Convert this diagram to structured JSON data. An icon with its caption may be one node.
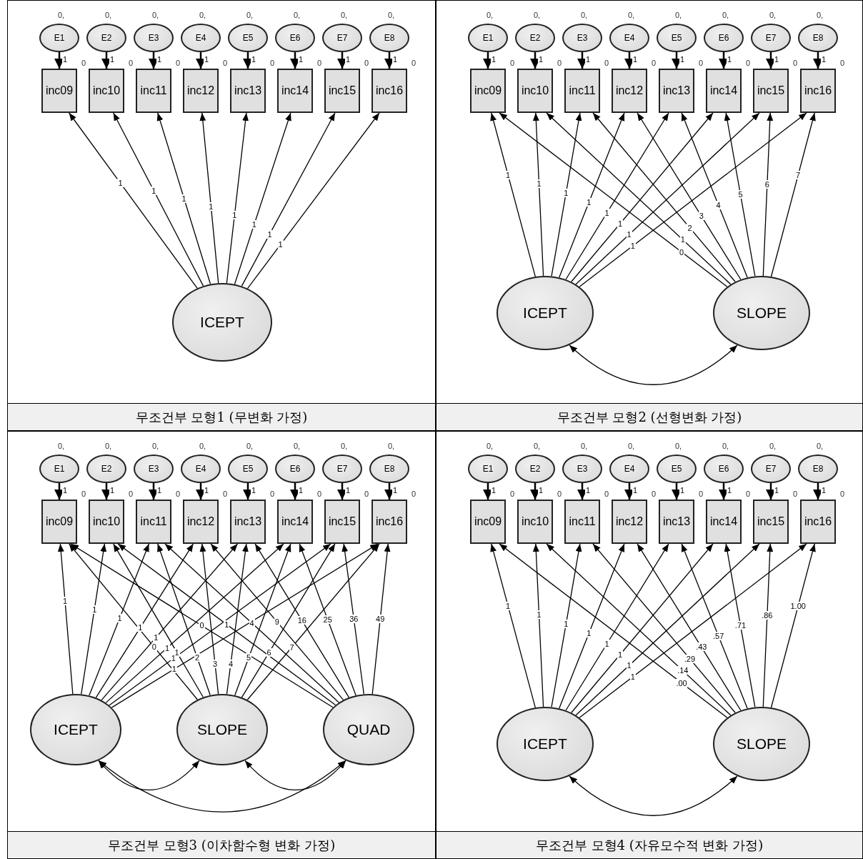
{
  "diagram": {
    "nodes": [
      {
        "text": [
          "무조건부 모형1 (무변화 가정)"
        ]
      },
      {
        "text": [
          "E1"
        ],
        "beside": [
          "0,"
        ],
        "in": 0
      },
      {
        "text": [
          "E2"
        ],
        "beside": [
          "0,"
        ],
        "in": 0
      },
      {
        "text": [
          "E3"
        ],
        "beside": [
          "0,"
        ],
        "in": 0
      },
      {
        "text": [
          "E4"
        ],
        "beside": [
          "0,"
        ],
        "in": 0
      },
      {
        "text": [
          "E5"
        ],
        "beside": [
          "0,"
        ],
        "in": 0
      },
      {
        "text": [
          "E6"
        ],
        "beside": [
          "0,"
        ],
        "in": 0
      },
      {
        "text": [
          "E7"
        ],
        "beside": [
          "0,"
        ],
        "in": 0
      },
      {
        "text": [
          "E8"
        ],
        "beside": [
          "0,"
        ],
        "in": 0
      },
      {
        "text": [
          "inc09"
        ],
        "beside": [
          "0"
        ],
        "in": 0
      },
      {
        "text": [
          "inc10"
        ],
        "beside": [
          "0"
        ],
        "in": 0
      },
      {
        "text": [
          "inc11"
        ],
        "beside": [
          "0"
        ],
        "in": 0
      },
      {
        "text": [
          "inc12"
        ],
        "beside": [
          "0"
        ],
        "in": 0
      },
      {
        "text": [
          "inc13"
        ],
        "beside": [
          "0"
        ],
        "in": 0
      },
      {
        "text": [
          "inc14"
        ],
        "beside": [
          "0"
        ],
        "in": 0
      },
      {
        "text": [
          "inc15"
        ],
        "beside": [
          "0"
        ],
        "in": 0
      },
      {
        "text": [
          "inc16"
        ],
        "beside": [
          "0"
        ],
        "in": 0
      },
      {
        "text": [
          "ICEPT"
        ],
        "in": 0
      },
      {
        "text": [
          "무조건부 모형2 (선형변화 가정)"
        ]
      },
      {
        "text": [
          "E1"
        ],
        "beside": [
          "0,"
        ],
        "in": 18
      },
      {
        "text": [
          "E2"
        ],
        "beside": [
          "0,"
        ],
        "in": 18
      },
      {
        "text": [
          "E3"
        ],
        "beside": [
          "0,"
        ],
        "in": 18
      },
      {
        "text": [
          "E4"
        ],
        "beside": [
          "0,"
        ],
        "in": 18
      },
      {
        "text": [
          "E5"
        ],
        "beside": [
          "0,"
        ],
        "in": 18
      },
      {
        "text": [
          "E6"
        ],
        "beside": [
          "0,"
        ],
        "in": 18
      },
      {
        "text": [
          "E7"
        ],
        "beside": [
          "0,"
        ],
        "in": 18
      },
      {
        "text": [
          "E8"
        ],
        "beside": [
          "0,"
        ],
        "in": 18
      },
      {
        "text": [
          "inc09"
        ],
        "beside": [
          "0"
        ],
        "in": 18
      },
      {
        "text": [
          "inc10"
        ],
        "beside": [
          "0"
        ],
        "in": 18
      },
      {
        "text": [
          "inc11"
        ],
        "beside": [
          "0"
        ],
        "in": 18
      },
      {
        "text": [
          "inc12"
        ],
        "beside": [
          "0"
        ],
        "in": 18
      },
      {
        "text": [
          "inc13"
        ],
        "beside": [
          "0"
        ],
        "in": 18
      },
      {
        "text": [
          "inc14"
        ],
        "beside": [
          "0"
        ],
        "in": 18
      },
      {
        "text": [
          "inc15"
        ],
        "beside": [
          "0"
        ],
        "in": 18
      },
      {
        "text": [
          "inc16"
        ],
        "beside": [
          "0"
        ],
        "in": 18
      },
      {
        "text": [
          "ICEPT"
        ],
        "in": 18
      },
      {
        "text": [
          "SLOPE"
        ],
        "in": 18
      },
      {
        "text": [
          "무조건부 모형3 (이차함수형 변화 가정)"
        ]
      },
      {
        "text": [
          "E1"
        ],
        "beside": [
          "0,"
        ],
        "in": 37
      },
      {
        "text": [
          "E2"
        ],
        "beside": [
          "0,"
        ],
        "in": 37
      },
      {
        "text": [
          "E3"
        ],
        "beside": [
          "0,"
        ],
        "in": 37
      },
      {
        "text": [
          "E4"
        ],
        "beside": [
          "0,"
        ],
        "in": 37
      },
      {
        "text": [
          "E5"
        ],
        "beside": [
          "0,"
        ],
        "in": 37
      },
      {
        "text": [
          "E6"
        ],
        "beside": [
          "0,"
        ],
        "in": 37
      },
      {
        "text": [
          "E7"
        ],
        "beside": [
          "0,"
        ],
        "in": 37
      },
      {
        "text": [
          "E8"
        ],
        "beside": [
          "0,"
        ],
        "in": 37
      },
      {
        "text": [
          "inc09"
        ],
        "beside": [
          "0"
        ],
        "in": 37
      },
      {
        "text": [
          "inc10"
        ],
        "beside": [
          "0"
        ],
        "in": 37
      },
      {
        "text": [
          "inc11"
        ],
        "beside": [
          "0"
        ],
        "in": 37
      },
      {
        "text": [
          "inc12"
        ],
        "beside": [
          "0"
        ],
        "in": 37
      },
      {
        "text": [
          "inc13"
        ],
        "beside": [
          "0"
        ],
        "in": 37
      },
      {
        "text": [
          "inc14"
        ],
        "beside": [
          "0"
        ],
        "in": 37
      },
      {
        "text": [
          "inc15"
        ],
        "beside": [
          "0"
        ],
        "in": 37
      },
      {
        "text": [
          "inc16"
        ],
        "beside": [
          "0"
        ],
        "in": 37
      },
      {
        "text": [
          "ICEPT"
        ],
        "in": 37
      },
      {
        "text": [
          "SLOPE"
        ],
        "in": 37
      },
      {
        "text": [
          "QUAD"
        ],
        "in": 37
      },
      {
        "text": [
          "무조건부 모형4 (자유모수적 변화 가정)"
        ]
      },
      {
        "text": [
          "E1"
        ],
        "beside": [
          "0,"
        ],
        "in": 57
      },
      {
        "text": [
          "E2"
        ],
        "beside": [
          "0,"
        ],
        "in": 57
      },
      {
        "text": [
          "E3"
        ],
        "beside": [
          "0,"
        ],
        "in": 57
      },
      {
        "text": [
          "E4"
        ],
        "beside": [
          "0,"
        ],
        "in": 57
      },
      {
        "text": [
          "E5"
        ],
        "beside": [
          "0,"
        ],
        "in": 57
      },
      {
        "text": [
          "E6"
        ],
        "beside": [
          "0,"
        ],
        "in": 57
      },
      {
        "text": [
          "E7"
        ],
        "beside": [
          "0,"
        ],
        "in": 57
      },
      {
        "text": [
          "E8"
        ],
        "beside": [
          "0,"
        ],
        "in": 57
      },
      {
        "text": [
          "inc09"
        ],
        "beside": [
          "0"
        ],
        "in": 57
      },
      {
        "text": [
          "inc10"
        ],
        "beside": [
          "0"
        ],
        "in": 57
      },
      {
        "text": [
          "inc11"
        ],
        "beside": [
          "0"
        ],
        "in": 57
      },
      {
        "text": [
          "inc12"
        ],
        "beside": [
          "0"
        ],
        "in": 57
      },
      {
        "text": [
          "inc13"
        ],
        "beside": [
          "0"
        ],
        "in": 57
      },
      {
        "text": [
          "inc14"
        ],
        "beside": [
          "0"
        ],
        "in": 57
      },
      {
        "text": [
          "inc15"
        ],
        "beside": [
          "0"
        ],
        "in": 57
      },
      {
        "text": [
          "inc16"
        ],
        "beside": [
          "0"
        ],
        "in": 57
      },
      {
        "text": [
          "ICEPT"
        ],
        "in": 57
      },
      {
        "text": [
          "SLOPE"
        ],
        "in": 57
      }
    ],
    "edges": [
      {
        "from": 1,
        "to": 9,
        "arrow": "to",
        "label": "1"
      },
      {
        "from": 2,
        "to": 10,
        "arrow": "to",
        "label": "1"
      },
      {
        "from": 3,
        "to": 11,
        "arrow": "to",
        "label": "1"
      },
      {
        "from": 4,
        "to": 12,
        "arrow": "to",
        "label": "1"
      },
      {
        "from": 5,
        "to": 13,
        "arrow": "to",
        "label": "1"
      },
      {
        "from": 6,
        "to": 14,
        "arrow": "to",
        "label": "1"
      },
      {
        "from": 7,
        "to": 15,
        "arrow": "to",
        "label": "1"
      },
      {
        "from": 8,
        "to": 16,
        "arrow": "to",
        "label": "1"
      },
      {
        "from": 17,
        "to": 9,
        "arrow": "to",
        "label": "1"
      },
      {
        "from": 17,
        "to": 10,
        "arrow": "to",
        "label": "1"
      },
      {
        "from": 17,
        "to": 11,
        "arrow": "to",
        "label": "1"
      },
      {
        "from": 17,
        "to": 12,
        "arrow": "to",
        "label": "1"
      },
      {
        "from": 17,
        "to": 13,
        "arrow": "to",
        "label": "1"
      },
      {
        "from": 17,
        "to": 14,
        "arrow": "to",
        "label": "1"
      },
      {
        "from": 17,
        "to": 15,
        "arrow": "to",
        "label": "1"
      },
      {
        "from": 17,
        "to": 16,
        "arrow": "to",
        "label": "1"
      },
      {
        "from": 19,
        "to": 27,
        "arrow": "to",
        "label": "1"
      },
      {
        "from": 20,
        "to": 28,
        "arrow": "to",
        "label": "1"
      },
      {
        "from": 21,
        "to": 29,
        "arrow": "to",
        "label": "1"
      },
      {
        "from": 22,
        "to": 30,
        "arrow": "to",
        "label": "1"
      },
      {
        "from": 23,
        "to": 31,
        "arrow": "to",
        "label": "1"
      },
      {
        "from": 24,
        "to": 32,
        "arrow": "to",
        "label": "1"
      },
      {
        "from": 25,
        "to": 33,
        "arrow": "to",
        "label": "1"
      },
      {
        "from": 26,
        "to": 34,
        "arrow": "to",
        "label": "1"
      },
      {
        "from": 35,
        "to": 27,
        "arrow": "to",
        "label": "1"
      },
      {
        "from": 35,
        "to": 28,
        "arrow": "to",
        "label": "1"
      },
      {
        "from": 35,
        "to": 29,
        "arrow": "to",
        "label": "1"
      },
      {
        "from": 35,
        "to": 30,
        "arrow": "to",
        "label": "1"
      },
      {
        "from": 35,
        "to": 31,
        "arrow": "to",
        "label": "1"
      },
      {
        "from": 35,
        "to": 32,
        "arrow": "to",
        "label": "1"
      },
      {
        "from": 35,
        "to": 33,
        "arrow": "to",
        "label": "1"
      },
      {
        "from": 35,
        "to": 34,
        "arrow": "to",
        "label": "1"
      },
      {
        "from": 36,
        "to": 27,
        "arrow": "to",
        "label": "0"
      },
      {
        "from": 36,
        "to": 28,
        "arrow": "to",
        "label": "1"
      },
      {
        "from": 36,
        "to": 29,
        "arrow": "to",
        "label": "2"
      },
      {
        "from": 36,
        "to": 30,
        "arrow": "to",
        "label": "3"
      },
      {
        "from": 36,
        "to": 31,
        "arrow": "to",
        "label": "4"
      },
      {
        "from": 36,
        "to": 32,
        "arrow": "to",
        "label": "5"
      },
      {
        "from": 36,
        "to": 33,
        "arrow": "to",
        "label": "6"
      },
      {
        "from": 36,
        "to": 34,
        "arrow": "to",
        "label": "7"
      },
      {
        "from": 35,
        "to": 36,
        "arrow": "both"
      },
      {
        "from": 38,
        "to": 46,
        "arrow": "to",
        "label": "1"
      },
      {
        "from": 39,
        "to": 47,
        "arrow": "to",
        "label": "1"
      },
      {
        "from": 40,
        "to": 48,
        "arrow": "to",
        "label": "1"
      },
      {
        "from": 41,
        "to": 49,
        "arrow": "to",
        "label": "1"
      },
      {
        "from": 42,
        "to": 50,
        "arrow": "to",
        "label": "1"
      },
      {
        "from": 43,
        "to": 51,
        "arrow": "to",
        "label": "1"
      },
      {
        "from": 44,
        "to": 52,
        "arrow": "to",
        "label": "1"
      },
      {
        "from": 45,
        "to": 53,
        "arrow": "to",
        "label": "1"
      },
      {
        "from": 54,
        "to": 46,
        "arrow": "to",
        "label": "1"
      },
      {
        "from": 54,
        "to": 47,
        "arrow": "to",
        "label": "1"
      },
      {
        "from": 54,
        "to": 48,
        "arrow": "to",
        "label": "1"
      },
      {
        "from": 54,
        "to": 49,
        "arrow": "to",
        "label": "1"
      },
      {
        "from": 54,
        "to": 50,
        "arrow": "to",
        "label": "1"
      },
      {
        "from": 54,
        "to": 51,
        "arrow": "to",
        "label": "1"
      },
      {
        "from": 54,
        "to": 52,
        "arrow": "to",
        "label": "1"
      },
      {
        "from": 54,
        "to": 53,
        "arrow": "to",
        "label": "1"
      },
      {
        "from": 55,
        "to": 46,
        "arrow": "to",
        "label": "0"
      },
      {
        "from": 55,
        "to": 47,
        "arrow": "to",
        "label": "1"
      },
      {
        "from": 55,
        "to": 48,
        "arrow": "to",
        "label": "2"
      },
      {
        "from": 55,
        "to": 49,
        "arrow": "to",
        "label": "3"
      },
      {
        "from": 55,
        "to": 50,
        "arrow": "to",
        "label": "4"
      },
      {
        "from": 55,
        "to": 51,
        "arrow": "to",
        "label": "5"
      },
      {
        "from": 55,
        "to": 52,
        "arrow": "to",
        "label": "6"
      },
      {
        "from": 55,
        "to": 53,
        "arrow": "to",
        "label": "7"
      },
      {
        "from": 56,
        "to": 46,
        "arrow": "to",
        "label": "0"
      },
      {
        "from": 56,
        "to": 47,
        "arrow": "to",
        "label": "1"
      },
      {
        "from": 56,
        "to": 48,
        "arrow": "to",
        "label": "4"
      },
      {
        "from": 56,
        "to": 49,
        "arrow": "to",
        "label": "9"
      },
      {
        "from": 56,
        "to": 50,
        "arrow": "to",
        "label": "16"
      },
      {
        "from": 56,
        "to": 51,
        "arrow": "to",
        "label": "25"
      },
      {
        "from": 56,
        "to": 52,
        "arrow": "to",
        "label": "36"
      },
      {
        "from": 56,
        "to": 53,
        "arrow": "to",
        "label": "49"
      },
      {
        "from": 54,
        "to": 55,
        "arrow": "both"
      },
      {
        "from": 55,
        "to": 56,
        "arrow": "both"
      },
      {
        "from": 54,
        "to": 56,
        "arrow": "both"
      },
      {
        "from": 58,
        "to": 66,
        "arrow": "to",
        "label": "1"
      },
      {
        "from": 59,
        "to": 67,
        "arrow": "to",
        "label": "1"
      },
      {
        "from": 60,
        "to": 68,
        "arrow": "to",
        "label": "1"
      },
      {
        "from": 61,
        "to": 69,
        "arrow": "to",
        "label": "1"
      },
      {
        "from": 62,
        "to": 70,
        "arrow": "to",
        "label": "1"
      },
      {
        "from": 63,
        "to": 71,
        "arrow": "to",
        "label": "1"
      },
      {
        "from": 64,
        "to": 72,
        "arrow": "to",
        "label": "1"
      },
      {
        "from": 65,
        "to": 73,
        "arrow": "to",
        "label": "1"
      },
      {
        "from": 74,
        "to": 66,
        "arrow": "to",
        "label": "1"
      },
      {
        "from": 74,
        "to": 67,
        "arrow": "to",
        "label": "1"
      },
      {
        "from": 74,
        "to": 68,
        "arrow": "to",
        "label": "1"
      },
      {
        "from": 74,
        "to": 69,
        "arrow": "to",
        "label": "1"
      },
      {
        "from": 74,
        "to": 70,
        "arrow": "to",
        "label": "1"
      },
      {
        "from": 74,
        "to": 71,
        "arrow": "to",
        "label": "1"
      },
      {
        "from": 74,
        "to": 72,
        "arrow": "to",
        "label": "1"
      },
      {
        "from": 74,
        "to": 73,
        "arrow": "to",
        "label": "1"
      },
      {
        "from": 75,
        "to": 66,
        "arrow": "to",
        "label": ".00"
      },
      {
        "from": 75,
        "to": 67,
        "arrow": "to",
        "label": ".14"
      },
      {
        "from": 75,
        "to": 68,
        "arrow": "to",
        "label": ".29"
      },
      {
        "from": 75,
        "to": 69,
        "arrow": "to",
        "label": ".43"
      },
      {
        "from": 75,
        "to": 70,
        "arrow": "to",
        "label": ".57"
      },
      {
        "from": 75,
        "to": 71,
        "arrow": "to",
        "label": ".71"
      },
      {
        "from": 75,
        "to": 72,
        "arrow": "to",
        "label": ".86"
      },
      {
        "from": 75,
        "to": 73,
        "arrow": "to",
        "label": "1.00"
      },
      {
        "from": 74,
        "to": 75,
        "arrow": "both"
      }
    ]
  }
}
